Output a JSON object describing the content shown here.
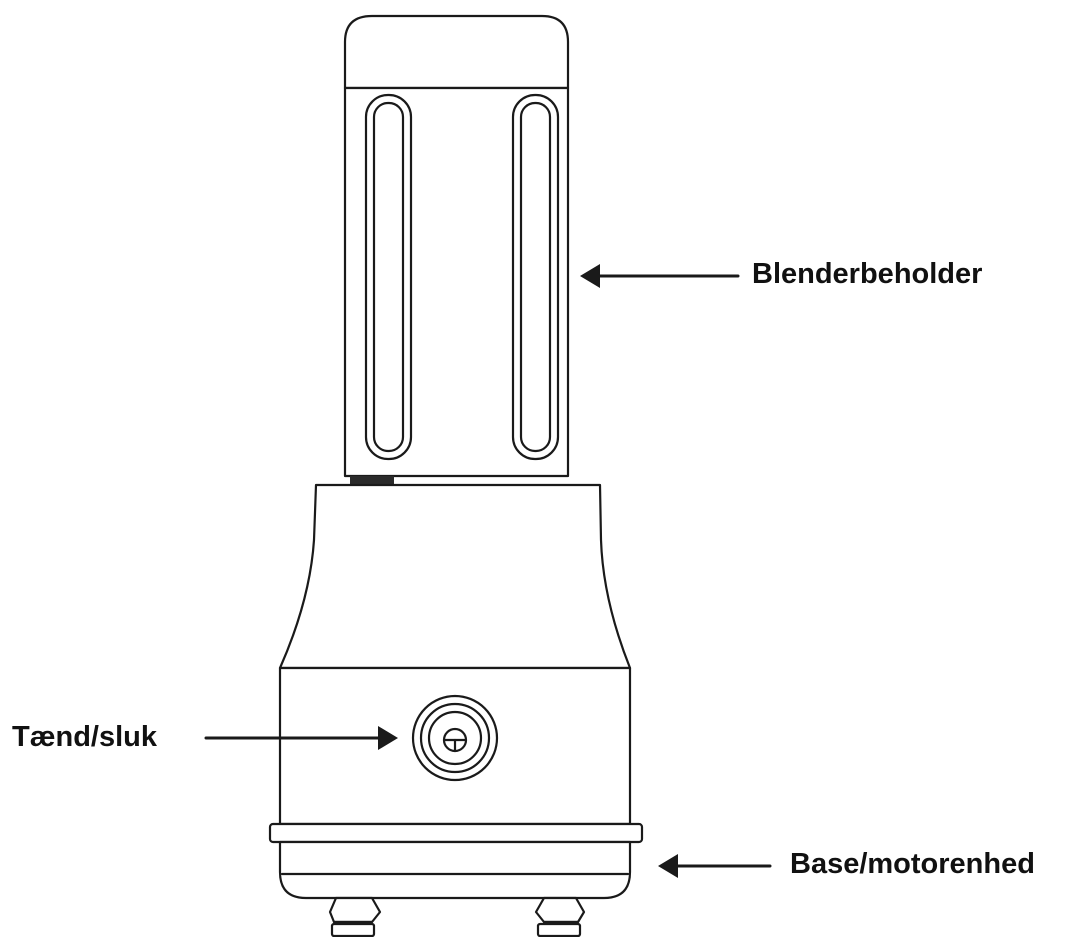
{
  "labels": {
    "container": "Blenderbeholder",
    "power_button": "Tænd/sluk",
    "base": "Base/motorenhed"
  },
  "colors": {
    "line": "#1a1a1a",
    "fill": "#ffffff",
    "text": "#111111"
  },
  "icons": {
    "power_button": "power-symbol-icon"
  }
}
